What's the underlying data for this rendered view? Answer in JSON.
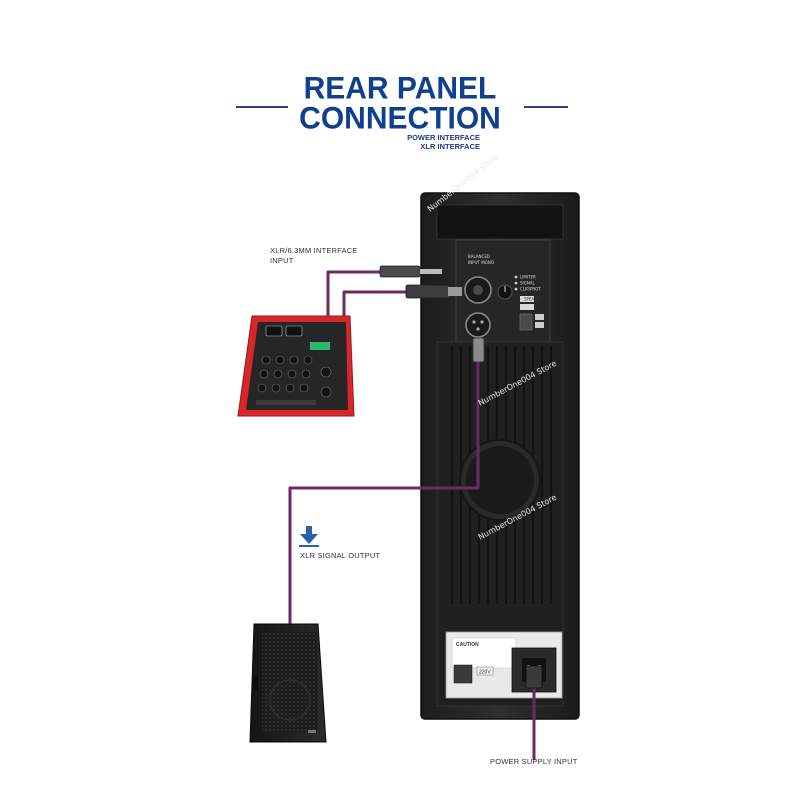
{
  "title": {
    "line1": "REAR PANEL",
    "line2": "CONNECTION",
    "sub1": "POWER INTERFACE",
    "sub2": "XLR INTERFACE"
  },
  "labels": {
    "input": [
      "XLR/6.3MM INTERFACE",
      "INPUT"
    ],
    "output": "XLR SIGNAL OUTPUT",
    "power": "POWER SUPPLY INPUT"
  },
  "panel_text": {
    "balanced": "BALANCED",
    "inputs": "INPUT MONO",
    "limiter": "LIMITER",
    "signal": "SIGNAL",
    "clip": "CLIP/PROT",
    "mode": "SPEAKER",
    "caution": "CAUTION",
    "voltage": "220V"
  },
  "watermark": "NumberOne004 Store",
  "colors": {
    "title": "#0f3f8f",
    "cable": "#6b2a63",
    "panel": "#2a2a2a",
    "mixer": "#d8262b"
  },
  "icons": [
    "down-arrow-icon"
  ]
}
